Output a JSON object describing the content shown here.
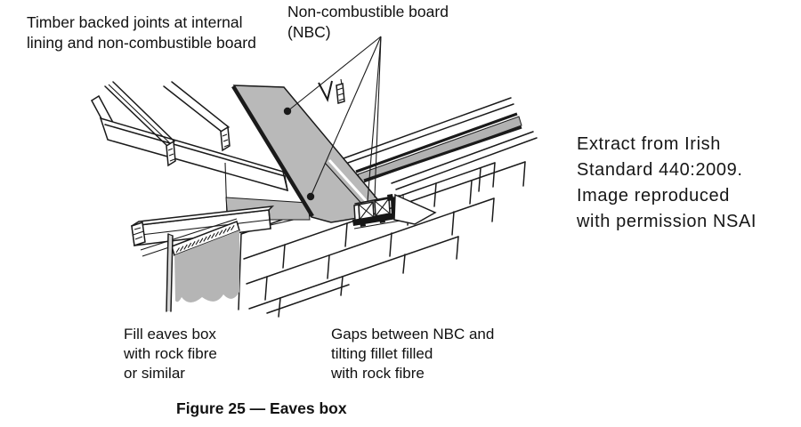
{
  "figure": {
    "caption": "Figure 25 — Eaves box",
    "labels": {
      "timber_joints": "Timber backed joints at internal\nlining and non-combustible board",
      "nbc": "Non-combustible board\n(NBC)",
      "fill_eaves": "Fill eaves box\nwith rock fibre\nor similar",
      "gaps": "Gaps between NBC and\ntilting fillet filled\nwith rock fibre"
    },
    "attribution": "Extract from Irish\nStandard 440:2009.\nImage reproduced\nwith permission NSAI",
    "colors": {
      "line": "#1a1a1a",
      "board_grey": "#b9b9b9",
      "curtain_grey": "#b5b5b5",
      "fillet_grey": "#b2b2b2",
      "fascia_grey": "#d8d8d8",
      "background": "#ffffff"
    }
  }
}
